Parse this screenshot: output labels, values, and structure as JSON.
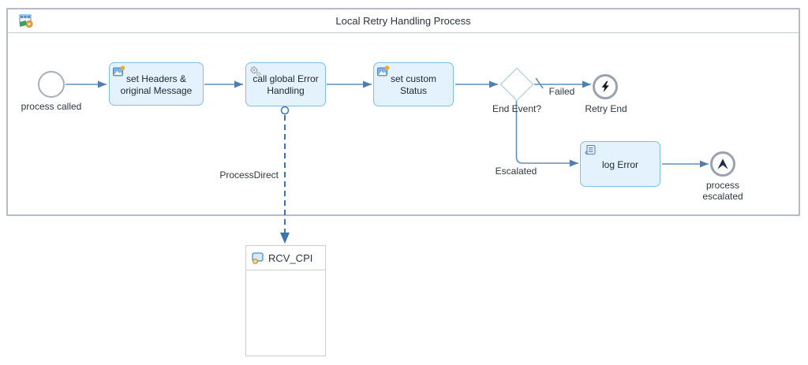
{
  "pool": {
    "title": "Local Retry Handling Process"
  },
  "nodes": {
    "start_event": {
      "label": "process called"
    },
    "task_set_headers": {
      "label": "set Headers & original Message"
    },
    "task_call_error_handling": {
      "label": "call global Error Handling"
    },
    "task_set_custom_status": {
      "label": "set custom Status"
    },
    "gateway_end_event": {
      "label": "End Event?"
    },
    "end_retry": {
      "label": "Retry End"
    },
    "task_log_error": {
      "label": "log Error"
    },
    "end_escalated": {
      "label": "process escalated"
    },
    "receiver": {
      "label": "RCV_CPI"
    }
  },
  "connections": {
    "failed": {
      "label": "Failed"
    },
    "escalated": {
      "label": "Escalated"
    },
    "process_direct": {
      "label": "ProcessDirect"
    }
  },
  "icons": {
    "pool": "process-icon",
    "task_set_headers": "content-modifier-icon",
    "task_call_error_handling": "process-call-gears-icon",
    "task_set_custom_status": "content-modifier-icon",
    "task_log_error": "script-icon",
    "end_retry": "error-lightning-icon",
    "end_escalated": "escalation-arrow-icon",
    "receiver": "receiver-system-icon"
  },
  "colors": {
    "task_fill": "#e3f2fc",
    "task_border": "#7fc0e4",
    "flow_line": "#5e8fbe",
    "dashed_line": "#3c74ae",
    "pool_border": "#b4bbc4",
    "event_ring": "#99a2ad",
    "text": "#2f3740",
    "accent_orange": "#f0a830",
    "icon_blue": "#4c8fc9"
  }
}
